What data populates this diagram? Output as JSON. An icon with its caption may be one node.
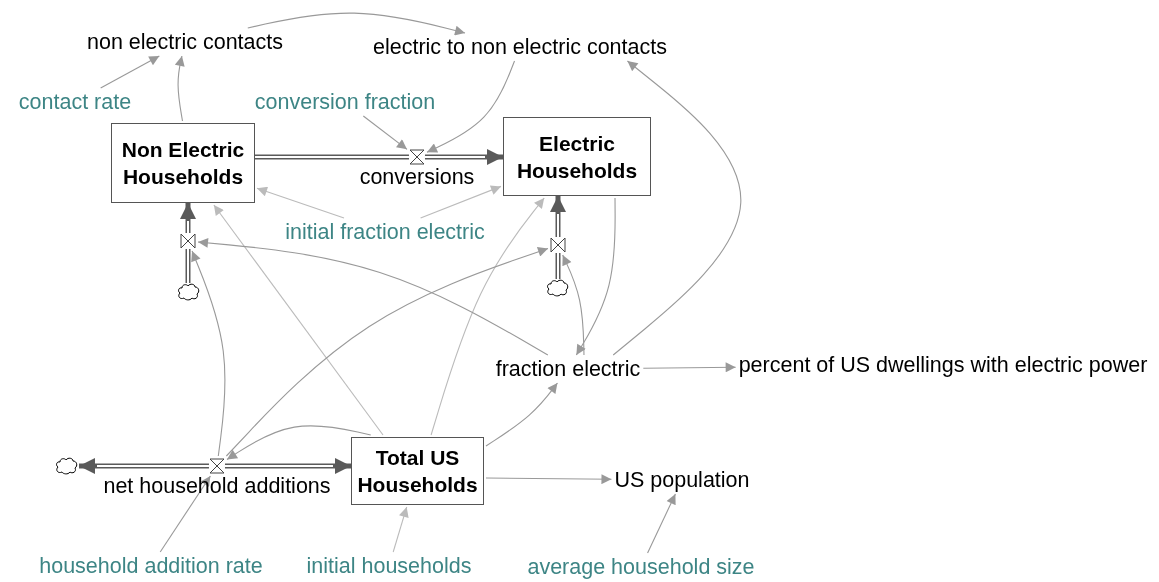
{
  "diagram": {
    "nodes": [
      {
        "text": [
          "non electric contacts"
        ]
      },
      {
        "text": [
          "electric to non electric contacts"
        ]
      },
      {
        "text": [
          "contact rate"
        ]
      },
      {
        "text": [
          "conversion fraction"
        ]
      },
      {
        "text": [
          "Non Electric Households"
        ]
      },
      {
        "text": [],
        "shape": "valve",
        "beside": [
          "conversions"
        ]
      },
      {
        "text": [
          "Electric Households"
        ]
      },
      {
        "text": [
          "initial fraction electric"
        ]
      },
      {
        "text": [],
        "shape": "valve"
      },
      {
        "text": [],
        "shape": "valve"
      },
      {
        "text": [],
        "shape": "cloud"
      },
      {
        "text": [],
        "shape": "cloud"
      },
      {
        "text": [
          "fraction electric"
        ]
      },
      {
        "text": [
          "percent of US dwellings with electric power"
        ]
      },
      {
        "text": [],
        "shape": "cloud"
      },
      {
        "text": [],
        "shape": "valve",
        "beside": [
          "net household additions"
        ]
      },
      {
        "text": [
          "Total US Households"
        ]
      },
      {
        "text": [
          "US population"
        ]
      },
      {
        "text": [
          "household addition rate"
        ]
      },
      {
        "text": [
          "initial households"
        ]
      },
      {
        "text": [
          "average household size"
        ]
      }
    ],
    "edges": [
      {
        "from": 4,
        "to": 5,
        "arrow": "none",
        "style": "thick",
        "color": "#5a5a5a"
      },
      {
        "from": 5,
        "to": 6,
        "arrow": "to",
        "style": "thick",
        "color": "#5a5a5a"
      },
      {
        "from": 10,
        "to": 8,
        "arrow": "none",
        "style": "thick",
        "color": "#5a5a5a"
      },
      {
        "from": 8,
        "to": 4,
        "arrow": "to",
        "style": "thick",
        "color": "#5a5a5a"
      },
      {
        "from": 11,
        "to": 9,
        "arrow": "none",
        "style": "thick",
        "color": "#5a5a5a"
      },
      {
        "from": 9,
        "to": 6,
        "arrow": "to",
        "style": "thick",
        "color": "#5a5a5a"
      },
      {
        "from": 15,
        "to": 14,
        "arrow": "to",
        "style": "thick",
        "color": "#5a5a5a"
      },
      {
        "from": 15,
        "to": 16,
        "arrow": "to",
        "style": "thick",
        "color": "#5a5a5a"
      },
      {
        "from": 2,
        "to": 0,
        "arrow": "to"
      },
      {
        "from": 4,
        "to": 0,
        "arrow": "to"
      },
      {
        "from": 0,
        "to": 1,
        "arrow": "to"
      },
      {
        "from": 1,
        "to": 5,
        "arrow": "to"
      },
      {
        "from": 3,
        "to": 5,
        "arrow": "to"
      },
      {
        "from": 7,
        "to": 4,
        "arrow": "to",
        "color": "#bbbbbb"
      },
      {
        "from": 7,
        "to": 6,
        "arrow": "to",
        "color": "#bbbbbb"
      },
      {
        "from": 16,
        "to": 4,
        "arrow": "to",
        "color": "#bbbbbb"
      },
      {
        "from": 16,
        "to": 6,
        "arrow": "to",
        "color": "#bbbbbb"
      },
      {
        "from": 12,
        "to": 8,
        "arrow": "to"
      },
      {
        "from": 15,
        "to": 8,
        "arrow": "to"
      },
      {
        "from": 15,
        "to": 9,
        "arrow": "to"
      },
      {
        "from": 16,
        "to": 15,
        "arrow": "to"
      },
      {
        "from": 16,
        "to": 12,
        "arrow": "to"
      },
      {
        "from": 16,
        "to": 17,
        "arrow": "to"
      },
      {
        "from": 20,
        "to": 17,
        "arrow": "to"
      },
      {
        "from": 18,
        "to": 15,
        "arrow": "to"
      },
      {
        "from": 19,
        "to": 16,
        "arrow": "to",
        "color": "#bbbbbb"
      },
      {
        "from": 6,
        "to": 12,
        "arrow": "to"
      },
      {
        "from": 12,
        "to": 1,
        "arrow": "to"
      },
      {
        "from": 12,
        "to": 9,
        "arrow": "to"
      },
      {
        "from": 12,
        "to": 13,
        "arrow": "to"
      }
    ]
  }
}
